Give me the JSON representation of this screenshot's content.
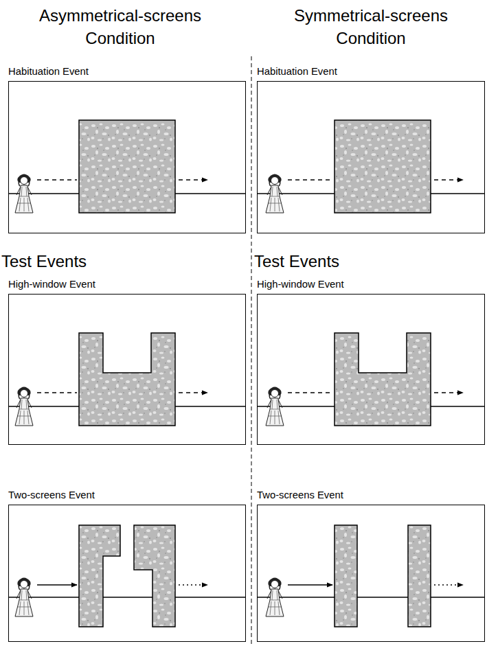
{
  "diagram": {
    "nodes": [
      {
        "text": [
          "Habituation Event"
        ]
      },
      {
        "text": [
          "Habituation Event"
        ]
      },
      {
        "text": [
          "High-window Event"
        ]
      },
      {
        "text": [
          "High-window Event"
        ]
      },
      {
        "text": [
          "Two-screens Event"
        ]
      },
      {
        "text": [
          "Two-screens Event"
        ]
      }
    ],
    "labels": [
      "Asymmetrical-screens Condition",
      "Symmetrical-screens Condition",
      "Test Events",
      "Test Events"
    ]
  }
}
